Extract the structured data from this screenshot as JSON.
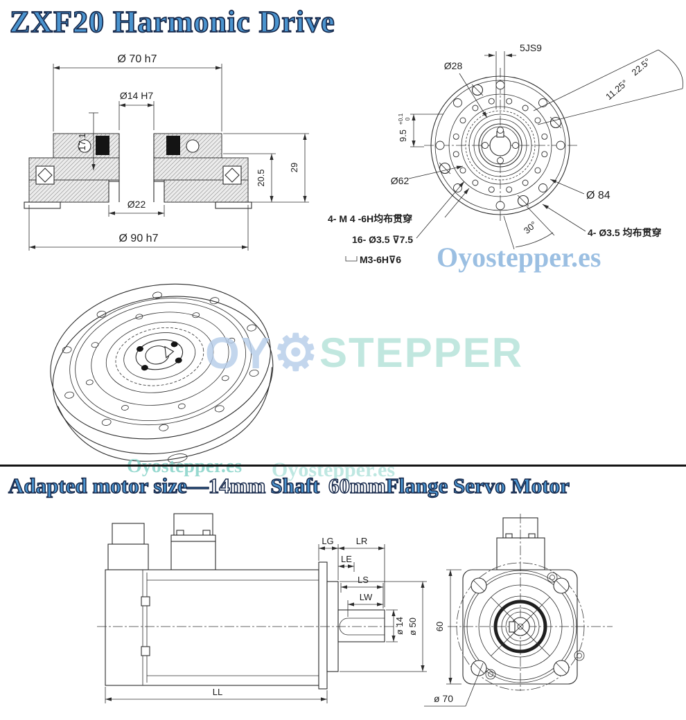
{
  "titles": {
    "main": "ZXF20 Harmonic Drive",
    "section2": {
      "p1": "Adapted motor size—",
      "p2": "14mm",
      "p3": "Shaft",
      "p4": "60mm",
      "p5": "Flange Servo Motor"
    }
  },
  "watermarks": {
    "logo_oy": "OY",
    "logo_gear": "⚙",
    "logo_stepper": "STEPPER",
    "site": "Oyostepper.es",
    "colors": {
      "logo_blue": "#b5cce9",
      "logo_teal": "#b2e2d8",
      "site_blue": "#8ab5dd",
      "site_teal": "#7fd0c5",
      "title_blue": "#4b94cf"
    }
  },
  "cross_section": {
    "dia70": "Ø 70 h7",
    "dia14": "Ø14 H7",
    "h171": "17.1",
    "dia22": "Ø22",
    "dia90": "Ø 90 h7",
    "h205": "20.5",
    "h29": "29"
  },
  "front_view": {
    "key": "5JS9",
    "dia28": "Ø28",
    "ang225": "22.5°",
    "ang1125": "11.25°",
    "tol_main": "9.5",
    "tol_up": "+0.1",
    "tol_dn": "0",
    "dia62": "Ø62",
    "dia84": "Ø 84",
    "bolts_m4": "4- M 4 -6H均布贯穿",
    "holes16": "16- Ø3.5 ⊽7.5",
    "cbore": "M3-6H⊽6",
    "holes4": "4- Ø3.5 均布贯穿",
    "ang30": "30°"
  },
  "motor_side": {
    "lg": "LG",
    "lr": "LR",
    "le": "LE",
    "ls": "LS",
    "lw": "LW",
    "d14": "ø 14",
    "d50": "ø 50",
    "ll": "LL"
  },
  "motor_front": {
    "h60": "60",
    "d70": "ø 70"
  }
}
